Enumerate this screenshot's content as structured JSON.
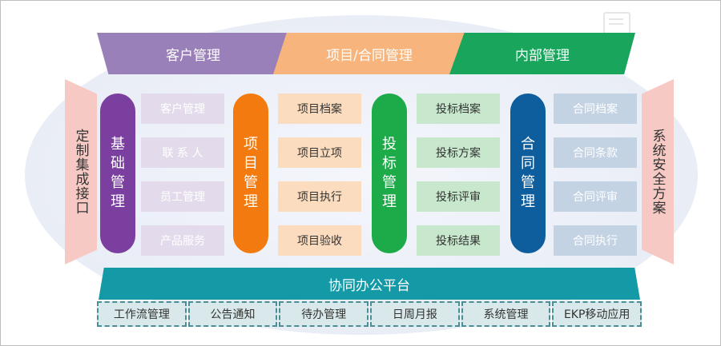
{
  "top": {
    "customer": "客户管理",
    "project_contract": "项目/合同管理",
    "internal": "内部管理"
  },
  "side": {
    "left": "定制集成接口",
    "right": "系统安全方案"
  },
  "columns": [
    {
      "title": "基础管理",
      "color": "#7b3fa0",
      "items": [
        "客户管理",
        "联 系 人",
        "员工管理",
        "产品服务"
      ]
    },
    {
      "title": "项目管理",
      "color": "#f27a0e",
      "items": [
        "项目档案",
        "项目立项",
        "项目执行",
        "项目验收"
      ]
    },
    {
      "title": "投标管理",
      "color": "#1dab49",
      "items": [
        "投标档案",
        "投标方案",
        "投标评审",
        "投标结果"
      ]
    },
    {
      "title": "合同管理",
      "color": "#0e5d9c",
      "items": [
        "合同档案",
        "合同条款",
        "合同评审",
        "合同执行"
      ]
    }
  ],
  "platform": {
    "title": "协同办公平台",
    "modules": [
      "工作流管理",
      "公告通知",
      "待办管理",
      "日周月报",
      "系统管理",
      "EKP移动应用"
    ]
  },
  "colors": {
    "customer_band": "#9a80b8",
    "project_band": "#f7b57d",
    "internal_band": "#1aa55c",
    "platform": "#139aa6",
    "side": "#f6c9c4"
  }
}
